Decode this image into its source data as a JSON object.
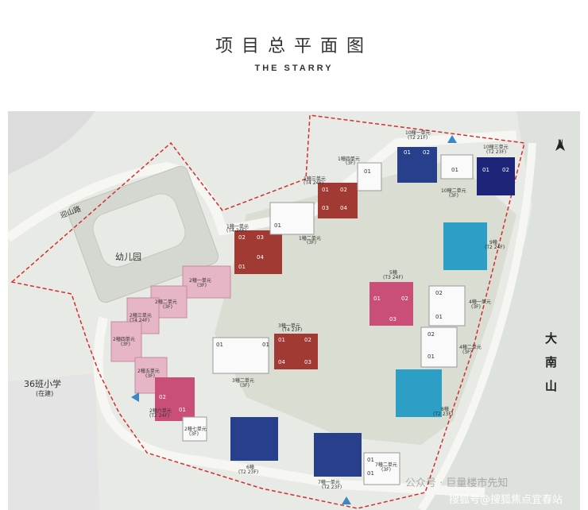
{
  "header": {
    "title": "项目总平面图",
    "subtitle": "THE STARRY"
  },
  "map": {
    "road_west": "迎山路",
    "school_name": "36班小学",
    "school_note": "(在建)",
    "kindergarten": "幼儿园",
    "mountain_chars": [
      "大",
      "南",
      "山"
    ],
    "north_label": "N",
    "buildings": {
      "b10_1": {
        "name": "10幢一单元",
        "floors": "(T2 21F)",
        "units": [
          "01",
          "02"
        ]
      },
      "b10_2": {
        "name": "10幢二单元",
        "floors": "(3F)",
        "units": [
          "01"
        ]
      },
      "b10_3": {
        "name": "10幢三单元",
        "floors": "(T2 23F)",
        "units": [
          "01",
          "02"
        ]
      },
      "b1_1": {
        "name": "1幢一单元",
        "floors": "(T4 24F)",
        "units": [
          "01",
          "02",
          "03",
          "04"
        ]
      },
      "b1_2": {
        "name": "1幢二单元",
        "floors": "(3F)",
        "units": [
          "01"
        ]
      },
      "b1_3": {
        "name": "1幢三单元",
        "floors": "(T4 24F)",
        "units": [
          "01",
          "02",
          "03",
          "04"
        ]
      },
      "b1_4": {
        "name": "1幢四单元",
        "floors": "(3F)",
        "units": [
          "01"
        ]
      },
      "b2_1": {
        "name": "2幢一单元",
        "floors": "(3F)"
      },
      "b2_2": {
        "name": "2幢二单元",
        "floors": "(3F)"
      },
      "b2_3": {
        "name": "2幢三单元",
        "floors": "(T4 24F)"
      },
      "b2_4": {
        "name": "2幢四单元",
        "floors": "(3F)"
      },
      "b2_5": {
        "name": "2幢五单元",
        "floors": "(3F)"
      },
      "b2_6": {
        "name": "2幢六单元",
        "floors": "(T2 24F)",
        "units": [
          "01",
          "02"
        ]
      },
      "b2_7": {
        "name": "2幢七单元",
        "floors": "(3F)"
      },
      "b3_1": {
        "name": "3幢一单元",
        "floors": "(T4 23F)",
        "units": [
          "01",
          "02",
          "03",
          "04"
        ]
      },
      "b3_2": {
        "name": "3幢二单元",
        "floors": "(3F)",
        "units": [
          "01",
          "01"
        ]
      },
      "b5": {
        "name": "5幢",
        "floors": "(T3 24F)",
        "units": [
          "01",
          "02",
          "03"
        ]
      },
      "b6": {
        "name": "6幢",
        "floors": "(T2 23F)"
      },
      "b7_1": {
        "name": "7幢一单元",
        "floors": "(T2 23F)"
      },
      "b7_2": {
        "name": "7幢二单元",
        "floors": "(3F)",
        "units": [
          "01",
          "01"
        ]
      },
      "b8": {
        "name": "8幢",
        "floors": "(T2 23F)"
      },
      "b9": {
        "name": "9幢",
        "floors": "(T2 24F)"
      },
      "b4_1": {
        "name": "4幢一单元",
        "floors": "(3F)",
        "units": [
          "02",
          "01"
        ]
      },
      "b4_2": {
        "name": "4幢二单元",
        "floors": "(3F)",
        "units": [
          "02",
          "01"
        ]
      }
    }
  },
  "watermarks": {
    "line1": "公众号 · 巨量楼市先知",
    "line2": "搜狐号@搜狐焦点宜春站"
  },
  "colors": {
    "red_block": "#a13a33",
    "pink_block": "#c94f79",
    "light_pink": "#e6b5c6",
    "navy_block": "#283f8c",
    "dark_navy": "#1e2477",
    "cyan_block": "#2d9fc7",
    "boundary": "#d32f2f"
  }
}
